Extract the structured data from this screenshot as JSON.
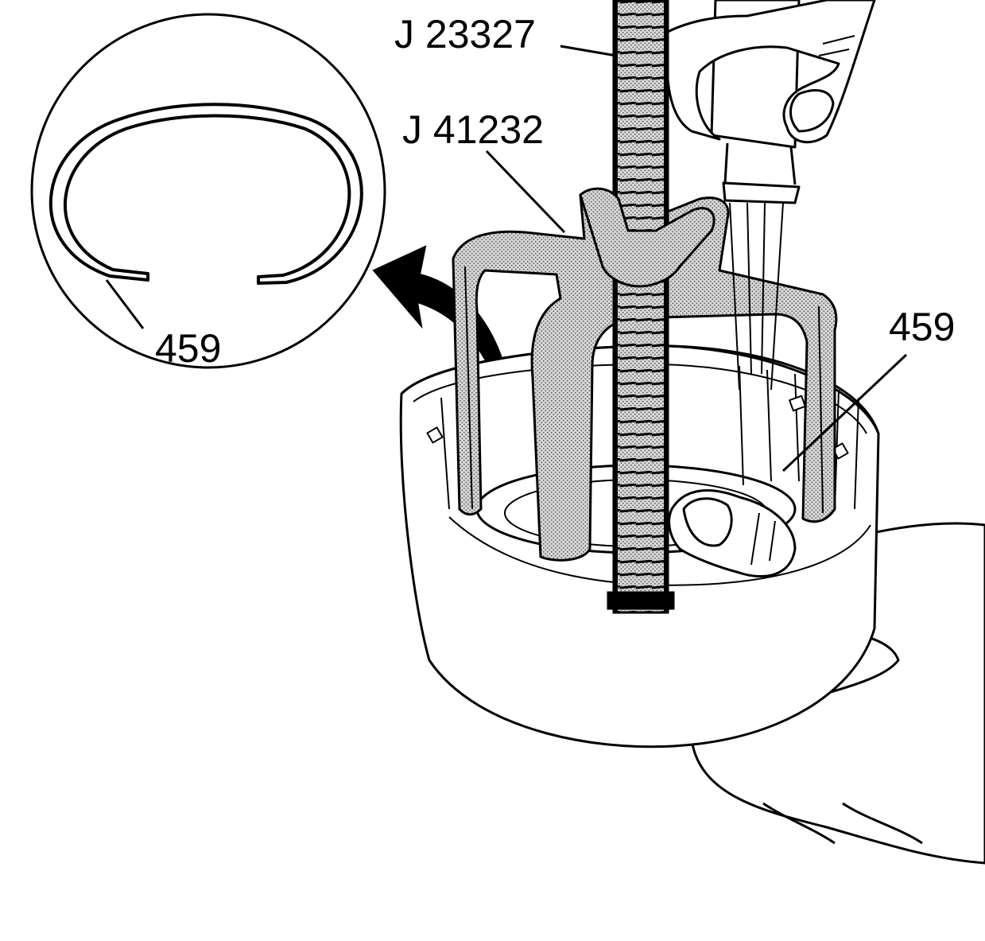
{
  "labels": {
    "tool_screw": "J 23327",
    "tool_compressor": "J 41232",
    "ring_detail": "459",
    "ring_installed": "459"
  },
  "colors": {
    "ink": "#000000",
    "paper": "#ffffff",
    "stipple": "#b8b8b8"
  }
}
